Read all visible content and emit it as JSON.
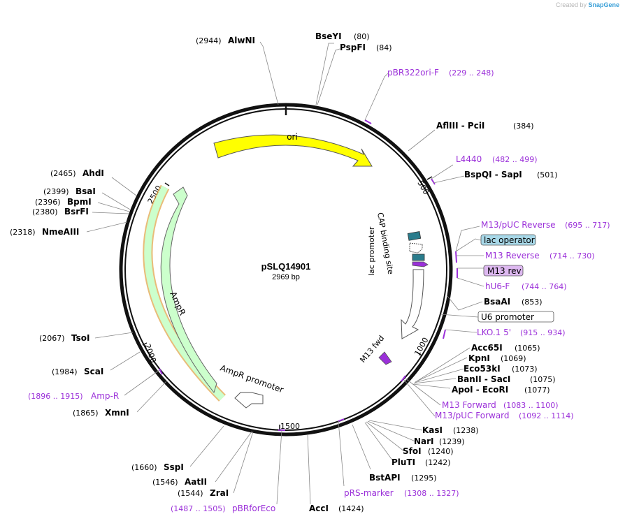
{
  "credit": {
    "prefix": "Created by",
    "brand": "SnapGene"
  },
  "plasmid": {
    "name": "pSLQ14901",
    "length_label": "2969 bp",
    "length_bp": 2969
  },
  "ticks": [
    "500",
    "1000",
    "1500",
    "2000",
    "2500"
  ],
  "features": [
    {
      "name": "ori",
      "kind": "ori",
      "color": "#ffff00"
    },
    {
      "name": "AmpR",
      "kind": "cds",
      "color": "#ccffcc"
    },
    {
      "name": "AmpR promoter",
      "kind": "promoter",
      "color": "#ffffff"
    },
    {
      "name": "CAP binding site",
      "kind": "protein-bind",
      "color": "#2a7c8c"
    },
    {
      "name": "lac promoter",
      "kind": "promoter",
      "color": "#ffffff"
    },
    {
      "name": "lac operator",
      "kind": "protein-bind",
      "color": "#2a7c8c"
    },
    {
      "name": "U6 promoter",
      "kind": "promoter",
      "color": "#ffffff"
    },
    {
      "name": "M13 fwd",
      "kind": "primer-bind",
      "color": "#9b30d9"
    },
    {
      "name": "M13 rev",
      "kind": "primer-bind",
      "color": "#9b30d9"
    }
  ],
  "labels_right": [
    {
      "name": "BseYI",
      "pos": "(80)"
    },
    {
      "name": "PspFI",
      "pos": "(84)"
    },
    {
      "name": "pBR322ori-F",
      "pos": "(229 .. 248)",
      "primer": true
    },
    {
      "name": "AflIII  -  PciI",
      "pos": "(384)"
    },
    {
      "name": "L4440",
      "pos": "(482 .. 499)",
      "primer": true
    },
    {
      "name": "BspQI  -  SapI",
      "pos": "(501)"
    },
    {
      "name": "M13/pUC Reverse",
      "pos": "(695 .. 717)",
      "primer": true
    },
    {
      "name": "lac operator",
      "pos": "",
      "box": "operator"
    },
    {
      "name": "M13 Reverse",
      "pos": "(714 .. 730)",
      "primer": true
    },
    {
      "name": "M13 rev",
      "pos": "",
      "box": "primer"
    },
    {
      "name": "hU6-F",
      "pos": "(744 .. 764)",
      "primer": true
    },
    {
      "name": "BsaAI",
      "pos": "(853)"
    },
    {
      "name": "U6 promoter",
      "pos": "",
      "box": "promoter"
    },
    {
      "name": "LKO.1 5'",
      "pos": "(915 .. 934)",
      "primer": true
    },
    {
      "name": "Acc65I",
      "pos": "(1065)"
    },
    {
      "name": "KpnI",
      "pos": "(1069)"
    },
    {
      "name": "Eco53kI",
      "pos": "(1073)"
    },
    {
      "name": "BanII  -  SacI",
      "pos": "(1075)"
    },
    {
      "name": "ApoI  -  EcoRI",
      "pos": "(1077)"
    },
    {
      "name": "M13 Forward",
      "pos": "(1083 .. 1100)",
      "primer": true
    },
    {
      "name": "M13/pUC Forward",
      "pos": "(1092 .. 1114)",
      "primer": true
    },
    {
      "name": "KasI",
      "pos": "(1238)"
    },
    {
      "name": "NarI",
      "pos": "(1239)"
    },
    {
      "name": "SfoI",
      "pos": "(1240)"
    },
    {
      "name": "PluTI",
      "pos": "(1242)"
    },
    {
      "name": "BstAPI",
      "pos": "(1295)"
    },
    {
      "name": "pRS-marker",
      "pos": "(1308 .. 1327)",
      "primer": true
    },
    {
      "name": "AccI",
      "pos": "(1424)"
    }
  ],
  "labels_left": [
    {
      "name": "AlwNI",
      "pos": "(2944)"
    },
    {
      "name": "AhdI",
      "pos": "(2465)"
    },
    {
      "name": "BsaI",
      "pos": "(2399)"
    },
    {
      "name": "BpmI",
      "pos": "(2396)"
    },
    {
      "name": "BsrFI",
      "pos": "(2380)"
    },
    {
      "name": "NmeAIII",
      "pos": "(2318)"
    },
    {
      "name": "TsoI",
      "pos": "(2067)"
    },
    {
      "name": "ScaI",
      "pos": "(1984)"
    },
    {
      "name": "Amp-R",
      "pos": "(1896 .. 1915)",
      "primer": true
    },
    {
      "name": "XmnI",
      "pos": "(1865)"
    },
    {
      "name": "SspI",
      "pos": "(1660)"
    },
    {
      "name": "AatII",
      "pos": "(1546)"
    },
    {
      "name": "ZraI",
      "pos": "(1544)"
    },
    {
      "name": "pBRforEco",
      "pos": "(1487 .. 1505)",
      "primer": true
    }
  ],
  "colors": {
    "primer": "#9b30d9",
    "enzyme": "#000000",
    "backbone": "#111111",
    "ori": "#ffff00",
    "ampr": "#ccffcc",
    "ampr_outline": "#e0a040",
    "operator_box": "#a8d8e8",
    "primer_box": "#ddb8f0"
  }
}
